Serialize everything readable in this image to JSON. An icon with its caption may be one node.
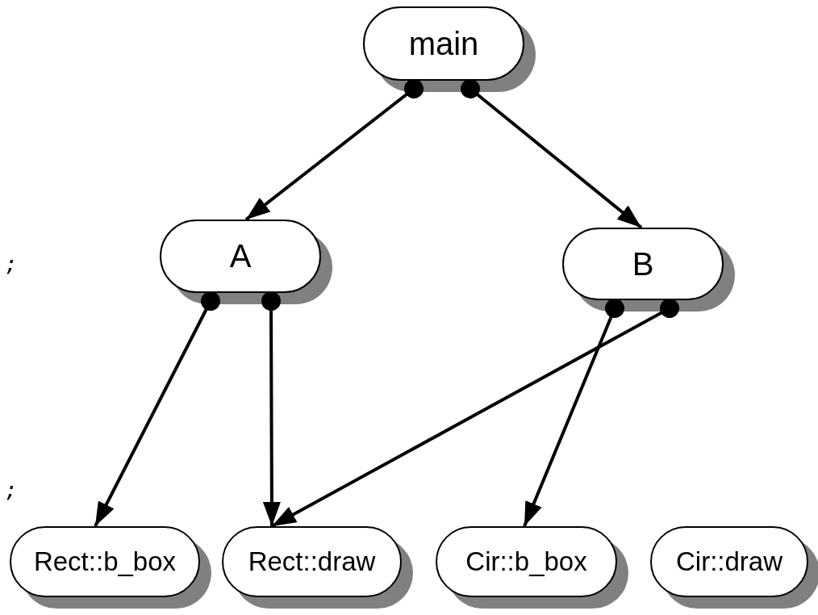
{
  "diagram": {
    "nodes": [
      {
        "text": [
          "main"
        ]
      },
      {
        "text": [
          "A"
        ]
      },
      {
        "text": [
          "B"
        ]
      },
      {
        "text": [
          "Rect::b_box"
        ]
      },
      {
        "text": [
          "Rect::draw"
        ]
      },
      {
        "text": [
          "Cir::b_box"
        ]
      },
      {
        "text": [
          "Cir::draw"
        ]
      }
    ],
    "edges": [
      {
        "from": 0,
        "to": 1,
        "arrow": "to"
      },
      {
        "from": 0,
        "to": 2,
        "arrow": "to"
      },
      {
        "from": 1,
        "to": 3,
        "arrow": "to"
      },
      {
        "from": 1,
        "to": 4,
        "arrow": "to"
      },
      {
        "from": 2,
        "to": 4,
        "arrow": "to"
      },
      {
        "from": 2,
        "to": 5,
        "arrow": "to"
      }
    ],
    "labels": [
      ";",
      ";"
    ]
  }
}
